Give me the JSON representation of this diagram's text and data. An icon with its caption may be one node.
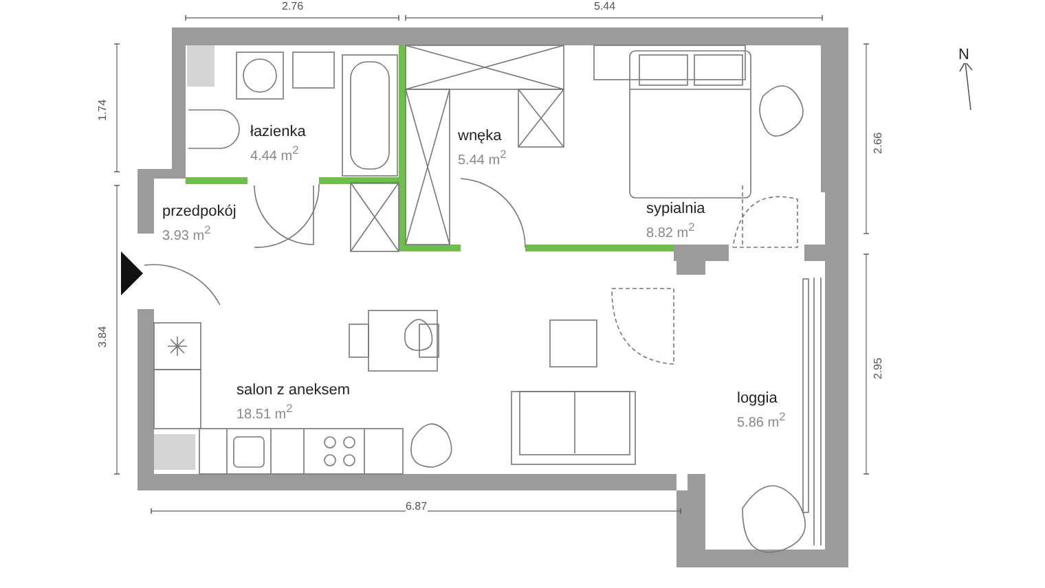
{
  "diagram": {
    "nodes": [
      {
        "text": [
          "łazienka",
          "4.44 m$^{2}$"
        ]
      },
      {
        "text": [
          "wnęka",
          "5.44 m$^{2}$"
        ]
      },
      {
        "text": [
          "sypialnia",
          "8.82 m$^{2}$"
        ]
      },
      {
        "text": [
          "przedpokój",
          "3.93 m$^{2}$"
        ]
      },
      {
        "text": [
          "salon z aneksem",
          "18.51 m$^{2}$"
        ]
      },
      {
        "text": [
          "loggia",
          "5.86 m$^{2}$"
        ]
      }
    ],
    "labels": [
      "2.76",
      "5.44",
      "N",
      "1.74",
      "2.66",
      "3.84",
      "2.95",
      "6.87"
    ]
  }
}
